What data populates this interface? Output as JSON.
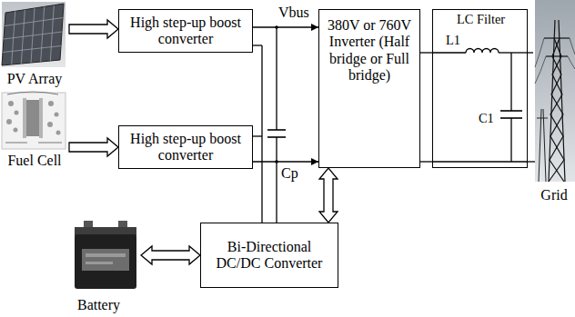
{
  "diagram": {
    "nodes": [
      {
        "text": [
          "PV Array"
        ]
      },
      {
        "text": [
          "High step-up boost converter"
        ]
      },
      {
        "text": [
          "Fuel Cell"
        ]
      },
      {
        "text": [
          "High step-up boost converter"
        ]
      },
      {
        "text": [
          "380V or 760V Inverter (Half bridge or Full bridge)"
        ]
      },
      {
        "text": [
          "LC Filter",
          "L1",
          "C1"
        ]
      },
      {
        "text": [
          "Grid"
        ]
      },
      {
        "text": [
          "Battery"
        ]
      },
      {
        "text": [
          "Bi-Directional DC/DC Converter"
        ]
      }
    ],
    "edges": [
      {
        "from": 0,
        "to": 1,
        "arrow": "to"
      },
      {
        "from": 2,
        "to": 3,
        "arrow": "to"
      },
      {
        "from": 1,
        "to": 4,
        "arrow": "to"
      },
      {
        "from": 3,
        "to": 4,
        "arrow": "to"
      },
      {
        "from": 7,
        "to": 8,
        "arrow": "both"
      },
      {
        "from": 8,
        "to": 4,
        "arrow": "both"
      },
      {
        "from": 4,
        "to": 5,
        "arrow": "none"
      },
      {
        "from": 5,
        "to": 6,
        "arrow": "none"
      }
    ],
    "labels": [
      "Vbus",
      "Cp"
    ]
  }
}
